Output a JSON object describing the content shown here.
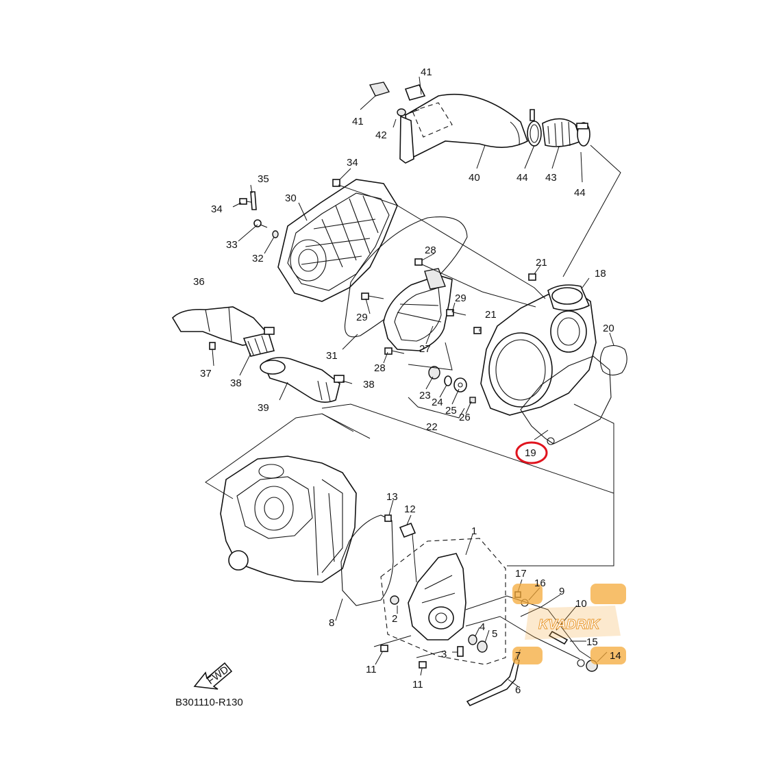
{
  "diagram": {
    "code": "B301110-R130",
    "fwd_label": "FWD",
    "highlighted_part": "19",
    "highlight_color": "#e0141e",
    "watermark_text": "KVADRIK",
    "callouts": {
      "c1": "1",
      "c2": "2",
      "c3": "3",
      "c4": "4",
      "c5": "5",
      "c6": "6",
      "c7": "7",
      "c8": "8",
      "c9": "9",
      "c10": "10",
      "c11a": "11",
      "c11b": "11",
      "c12": "12",
      "c13": "13",
      "c14": "14",
      "c15": "15",
      "c16": "16",
      "c17": "17",
      "c18": "18",
      "c19": "19",
      "c20": "20",
      "c21a": "21",
      "c21b": "21",
      "c22": "22",
      "c23": "23",
      "c24": "24",
      "c25": "25",
      "c26": "26",
      "c27": "27",
      "c28a": "28",
      "c28b": "28",
      "c29a": "29",
      "c29b": "29",
      "c30": "30",
      "c31": "31",
      "c32": "32",
      "c33": "33",
      "c34a": "34",
      "c34b": "34",
      "c35": "35",
      "c36": "36",
      "c37": "37",
      "c38a": "38",
      "c38b": "38",
      "c39": "39",
      "c40": "40",
      "c41a": "41",
      "c41b": "41",
      "c42": "42",
      "c43": "43",
      "c44a": "44",
      "c44b": "44"
    }
  }
}
